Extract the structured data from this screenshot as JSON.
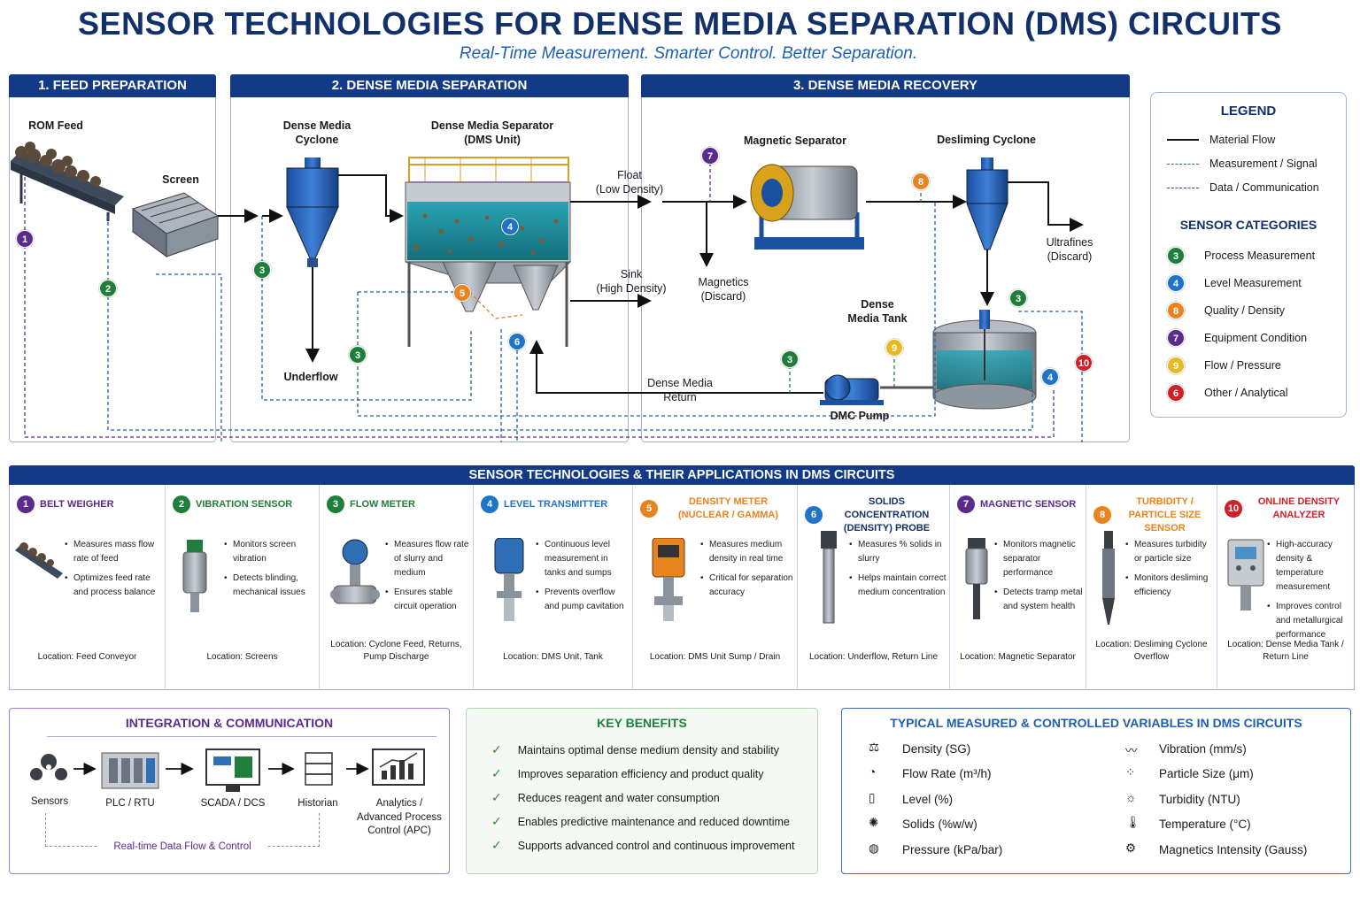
{
  "title": "SENSOR TECHNOLOGIES FOR DENSE MEDIA SEPARATION (DMS) CIRCUITS",
  "subtitle": "Real-Time Measurement. Smarter Control. Better Separation.",
  "sections": {
    "s1": "1. FEED PREPARATION",
    "s2": "2. DENSE MEDIA SEPARATION",
    "s3": "3. DENSE MEDIA RECOVERY"
  },
  "diagram": {
    "rom_feed": "ROM Feed",
    "screen": "Screen",
    "dm_cyclone": "Dense Media\nCyclone",
    "dms_unit": "Dense Media Separator\n(DMS Unit)",
    "underflow": "Underflow",
    "float": "Float\n(Low Density)",
    "sink": "Sink\n(High Density)",
    "magnetic_separator": "Magnetic Separator",
    "magnetics": "Magnetics\n(Discard)",
    "desliming_cyclone": "Desliming Cyclone",
    "ultrafines": "Ultrafines\n(Discard)",
    "dense_media_tank": "Dense\nMedia Tank",
    "dense_media_return": "Dense Media\nReturn",
    "dmc_pump": "DMC Pump"
  },
  "legend": {
    "title": "LEGEND",
    "lines": [
      "Material Flow",
      "Measurement / Signal",
      "Data / Communication"
    ],
    "categories_title": "SENSOR CATEGORIES",
    "categories": [
      {
        "num": "3",
        "label": "Process Measurement",
        "color": "#1f7f3a"
      },
      {
        "num": "4",
        "label": "Level Measurement",
        "color": "#1f73c9"
      },
      {
        "num": "8",
        "label": "Quality / Density",
        "color": "#e8831e"
      },
      {
        "num": "7",
        "label": "Equipment Condition",
        "color": "#5a2b8c"
      },
      {
        "num": "9",
        "label": "Flow / Pressure",
        "color": "#e8b920"
      },
      {
        "num": "6",
        "label": "Other / Analytical",
        "color": "#d02027"
      }
    ]
  },
  "applications": {
    "title": "SENSOR TECHNOLOGIES & THEIR APPLICATIONS IN DMS CIRCUITS",
    "cards": [
      {
        "num": "1",
        "color": "#5a2b8c",
        "title": "BELT WEIGHER",
        "title_color": "#5a2b8c",
        "bullets": [
          "Measures mass flow rate of feed",
          "Optimizes feed rate and process balance"
        ],
        "location": "Location: Feed Conveyor"
      },
      {
        "num": "2",
        "color": "#1f7f3a",
        "title": "VIBRATION SENSOR",
        "title_color": "#1f7f3a",
        "bullets": [
          "Monitors screen vibration",
          "Detects blinding, mechanical issues"
        ],
        "location": "Location: Screens"
      },
      {
        "num": "3",
        "color": "#1f7f3a",
        "title": "FLOW METER",
        "title_color": "#1f7f3a",
        "bullets": [
          "Measures flow rate of slurry and medium",
          "Ensures stable circuit operation"
        ],
        "location": "Location: Cyclone Feed, Returns, Pump Discharge"
      },
      {
        "num": "4",
        "color": "#1f73c9",
        "title": "LEVEL TRANSMITTER",
        "title_color": "#1f73c9",
        "bullets": [
          "Continuous level measurement in tanks and sumps",
          "Prevents overflow and pump cavitation"
        ],
        "location": "Location: DMS Unit, Tank"
      },
      {
        "num": "5",
        "color": "#e8831e",
        "title": "DENSITY METER (NUCLEAR / GAMMA)",
        "title_color": "#e8831e",
        "bullets": [
          "Measures medium density in real time",
          "Critical for separation accuracy"
        ],
        "location": "Location: DMS Unit Sump / Drain"
      },
      {
        "num": "6",
        "color": "#1f73c9",
        "title": "SOLIDS CONCENTRATION (DENSITY) PROBE",
        "title_color": "#12306a",
        "bullets": [
          "Measures % solids in slurry",
          "Helps maintain correct medium concentration"
        ],
        "location": "Location: Underflow, Return Line"
      },
      {
        "num": "7",
        "color": "#5a2b8c",
        "title": "MAGNETIC SENSOR",
        "title_color": "#5a2b8c",
        "bullets": [
          "Monitors magnetic separator performance",
          "Detects tramp metal and system health"
        ],
        "location": "Location: Magnetic Separator"
      },
      {
        "num": "8",
        "color": "#e8831e",
        "title": "TURBIDITY / PARTICLE SIZE SENSOR",
        "title_color": "#e8831e",
        "bullets": [
          "Measures turbidity or particle size",
          "Monitors desliming efficiency"
        ],
        "location": "Location: Desliming Cyclone Overflow"
      },
      {
        "num": "10",
        "color": "#d02027",
        "title": "ONLINE DENSITY ANALYZER",
        "title_color": "#d02027",
        "bullets": [
          "High-accuracy density & temperature measurement",
          "Improves control and metallurgical performance"
        ],
        "location": "Location: Dense Media Tank / Return Line"
      }
    ]
  },
  "integration": {
    "title": "INTEGRATION & COMMUNICATION",
    "items": [
      "Sensors",
      "PLC / RTU",
      "SCADA / DCS",
      "Historian",
      "Analytics / Advanced Process Control (APC)"
    ],
    "footer": "Real-time Data Flow & Control"
  },
  "benefits": {
    "title": "KEY BENEFITS",
    "items": [
      "Maintains optimal dense medium density and stability",
      "Improves separation efficiency and product quality",
      "Reduces reagent and water consumption",
      "Enables predictive maintenance and reduced downtime",
      "Supports advanced control and continuous improvement"
    ]
  },
  "variables": {
    "title": "TYPICAL MEASURED & CONTROLLED VARIABLES IN DMS CIRCUITS",
    "left": [
      "Density (SG)",
      "Flow Rate (m³/h)",
      "Level (%)",
      "Solids (%w/w)",
      "Pressure (kPa/bar)"
    ],
    "right": [
      "Vibration (mm/s)",
      "Particle Size (μm)",
      "Turbidity (NTU)",
      "Temperature (°C)",
      "Magnetics Intensity (Gauss)"
    ]
  }
}
